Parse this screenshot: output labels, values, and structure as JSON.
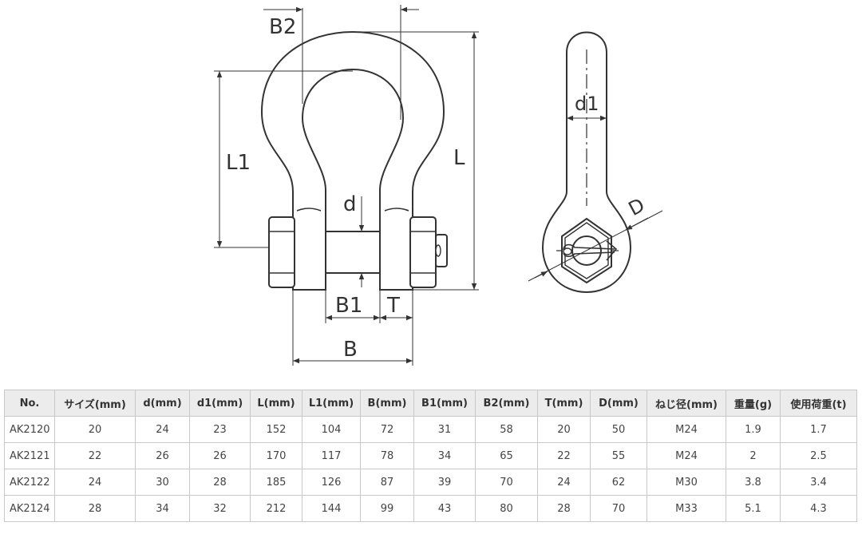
{
  "drawing": {
    "labels": {
      "b2": "B2",
      "l1": "L1",
      "d": "d",
      "l": "L",
      "b1": "B1",
      "t": "T",
      "b": "B",
      "d1": "d1",
      "big_d": "D"
    }
  },
  "table": {
    "headers": [
      "No.",
      "サイズ(mm)",
      "d(mm)",
      "d1(mm)",
      "L(mm)",
      "L1(mm)",
      "B(mm)",
      "B1(mm)",
      "B2(mm)",
      "T(mm)",
      "D(mm)",
      "ねじ径(mm)",
      "重量(g)",
      "使用荷重(t)"
    ],
    "rows": [
      [
        "AK2120",
        "20",
        "24",
        "23",
        "152",
        "104",
        "72",
        "31",
        "58",
        "20",
        "50",
        "M24",
        "1.9",
        "1.7"
      ],
      [
        "AK2121",
        "22",
        "26",
        "26",
        "170",
        "117",
        "78",
        "34",
        "65",
        "22",
        "55",
        "M24",
        "2",
        "2.5"
      ],
      [
        "AK2122",
        "24",
        "30",
        "28",
        "185",
        "126",
        "87",
        "39",
        "70",
        "24",
        "62",
        "M30",
        "3.8",
        "3.4"
      ],
      [
        "AK2124",
        "28",
        "34",
        "32",
        "212",
        "144",
        "99",
        "43",
        "80",
        "28",
        "70",
        "M33",
        "5.1",
        "4.3"
      ]
    ]
  }
}
